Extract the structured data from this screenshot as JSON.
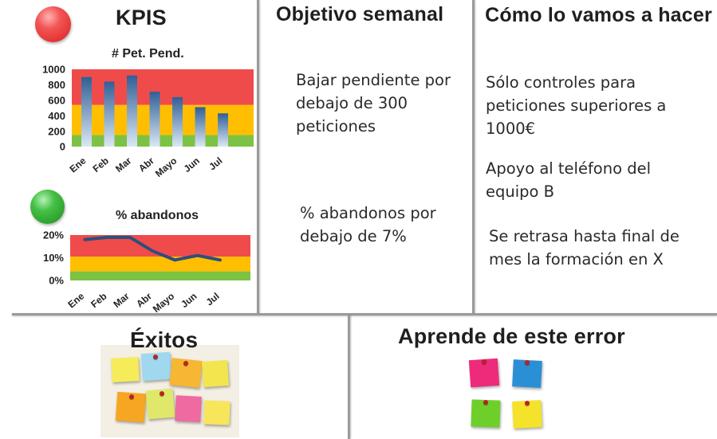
{
  "kpis": {
    "title": "KPIS",
    "status_colors": {
      "red": "#ee3b3b",
      "green": "#35b235"
    }
  },
  "objective": {
    "title": "Objetivo semanal",
    "item1": "Bajar pendiente por debajo de 300 peticiones",
    "item2": "% abandonos por debajo de 7%"
  },
  "how": {
    "title": "Cómo lo vamos a hacer",
    "item1": "Sólo controles para peticiones superiores a 1000€",
    "item2": "Apoyo al teléfono del equipo B",
    "item3": "Se retrasa hasta final de mes la formación en X"
  },
  "exitos": {
    "title": "Éxitos"
  },
  "aprende": {
    "title": "Aprende de este error"
  },
  "chart_data": [
    {
      "type": "bar",
      "title": "# Pet. Pend.",
      "categories": [
        "Ene",
        "Feb",
        "Mar",
        "Abr",
        "Mayo",
        "Jun",
        "Jul"
      ],
      "values": [
        900,
        840,
        920,
        710,
        640,
        510,
        430
      ],
      "ylim": [
        0,
        1000
      ],
      "yticks": [
        "0",
        "200",
        "400",
        "600",
        "800",
        "1000"
      ],
      "bands": [
        {
          "from": 0,
          "to": 150,
          "color": "#7dc242"
        },
        {
          "from": 150,
          "to": 540,
          "color": "#ffbf00"
        },
        {
          "from": 540,
          "to": 1000,
          "color": "#f04b4b"
        }
      ],
      "bar_color": "#3a72b0"
    },
    {
      "type": "line",
      "title": "% abandonos",
      "categories": [
        "Ene",
        "Feb",
        "Mar",
        "Abr",
        "Mayo",
        "Jun",
        "Jul"
      ],
      "values": [
        18,
        19,
        19,
        13,
        9,
        11,
        9
      ],
      "ylim": [
        0,
        20
      ],
      "yticks": [
        "0%",
        "10%",
        "20%"
      ],
      "bands": [
        {
          "from": 0,
          "to": 4,
          "color": "#7dc242"
        },
        {
          "from": 4,
          "to": 10.5,
          "color": "#ffbf00"
        },
        {
          "from": 10.5,
          "to": 20,
          "color": "#f04b4b"
        }
      ],
      "line_color": "#2d4f7c"
    }
  ]
}
